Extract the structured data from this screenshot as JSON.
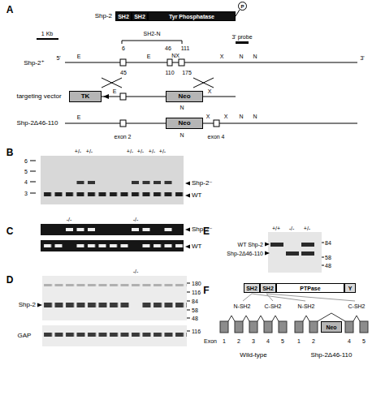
{
  "diagram": {
    "nodes": [
      {
        "text": [
          "SH2"
        ]
      },
      {
        "text": [
          "SH2"
        ]
      },
      {
        "text": [
          "Tyr Phosphatase"
        ]
      },
      {
        "text": [
          "P"
        ]
      },
      {
        "text": [
          "TK"
        ]
      },
      {
        "text": [
          "Neo"
        ]
      },
      {
        "text": [
          "Neo"
        ]
      },
      {
        "text": [
          "SH2"
        ]
      },
      {
        "text": [
          "SH2"
        ]
      },
      {
        "text": [
          "PTPase"
        ]
      },
      {
        "text": [
          "Y"
        ]
      },
      {
        "text": [
          "Neo"
        ]
      }
    ],
    "labels": [
      "A",
      "Shp-2",
      "1 Kb",
      "SH2-N",
      "3' probe",
      "6",
      "46",
      "111",
      "E",
      "E",
      "NX",
      "X",
      "N",
      "N",
      "Shp-2⁺",
      "5'",
      "3'",
      "45",
      "110",
      "175",
      "targeting vector",
      "E",
      "X",
      "N",
      "Shp-2Δ46-110",
      "E",
      "X",
      "X",
      "N",
      "N",
      "N",
      "exon 2",
      "exon 4",
      "B",
      "+/-",
      "+/-",
      "+/-",
      "+/-",
      "+/-",
      "+/-",
      "6",
      "5",
      "4",
      "3",
      "Shp-2⁻",
      "WT",
      "C",
      "-/-",
      "-/-",
      "Shp-2⁻",
      "WT",
      "D",
      "-/-",
      "180",
      "116",
      "84",
      "58",
      "48",
      "Shp-2",
      "GAP",
      "116",
      "E",
      "+/+",
      "-/-",
      "+/-",
      "WT Shp-2",
      "Shp-2Δ46-110",
      "84",
      "58",
      "48",
      "F",
      "N-SH2",
      "C-SH2",
      "N-SH2",
      "C-SH2",
      "Exon",
      "1",
      "2",
      "3",
      "4",
      "5",
      "1",
      "2",
      "4",
      "5",
      "Wild-type",
      "Shp-2Δ46-110"
    ]
  }
}
